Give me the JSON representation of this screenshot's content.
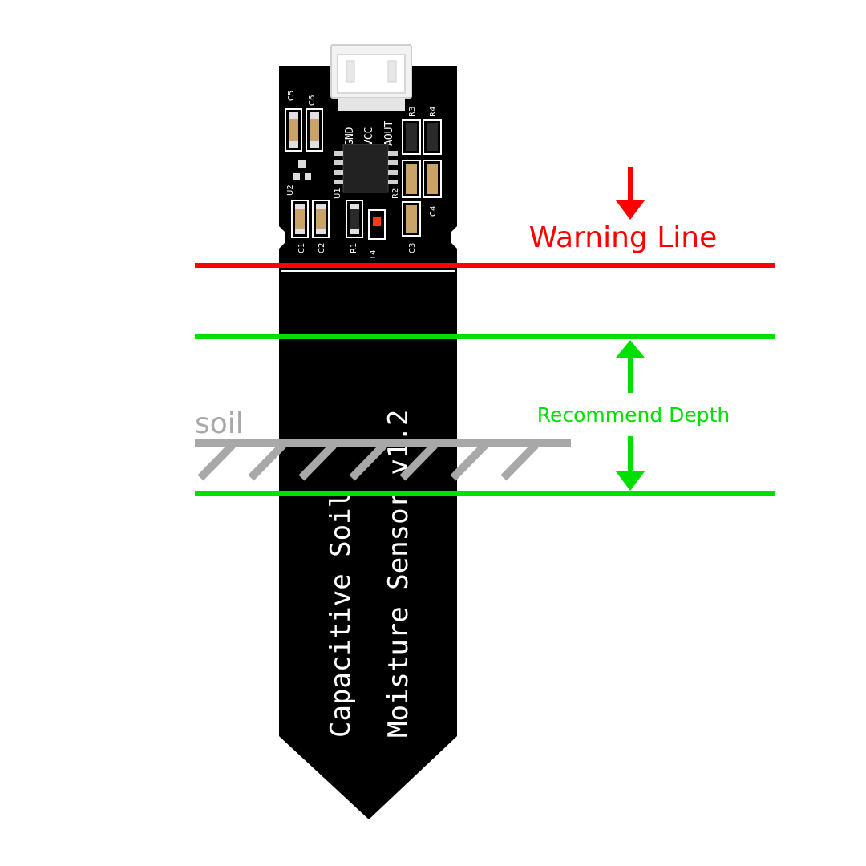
{
  "labels": {
    "warning": "Warning Line",
    "recommend": "Recommend Depth",
    "soil": "soil"
  },
  "board": {
    "title_line1": "Capacitive Soil",
    "title_line2": "Moisture Sensor v1.2",
    "pins": [
      "GND",
      "VCC",
      "AOUT"
    ],
    "silkscreen": {
      "c5": "C5",
      "c6": "C6",
      "u2": "U2",
      "u1": "U1",
      "c1": "C1",
      "c2": "C2",
      "r1": "R1",
      "t4": "T4",
      "r3": "R3",
      "r4": "R4",
      "r2": "R2",
      "c4": "C4",
      "c3": "C3"
    }
  },
  "colors": {
    "warning": "#ff0000",
    "recommend": "#00e000",
    "soil": "#a8a8a8",
    "board": "#000000",
    "silkscreen": "#ffffff"
  }
}
